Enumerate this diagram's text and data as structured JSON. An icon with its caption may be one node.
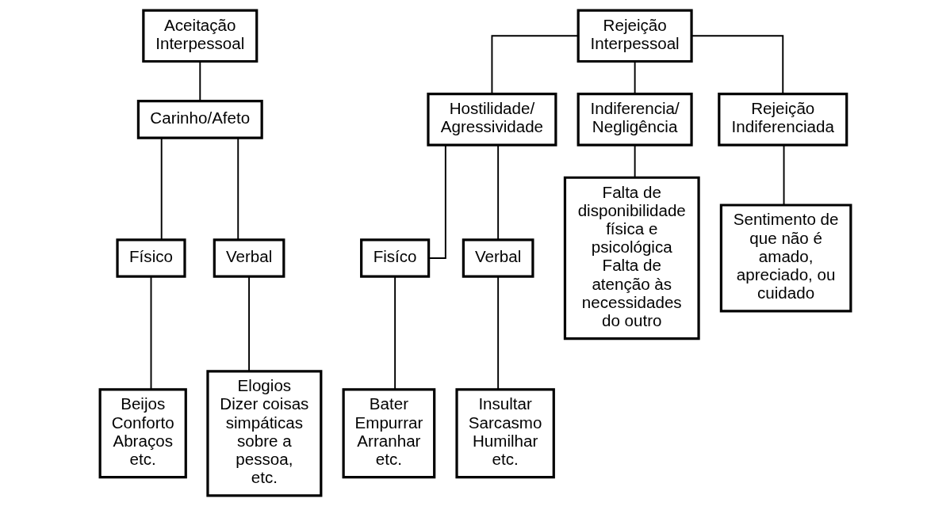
{
  "diagram": {
    "nodes": [
      {
        "text": [
          "Aceitação Interpessoal"
        ]
      },
      {
        "text": [
          "Carinho/Afeto"
        ]
      },
      {
        "text": [
          "Físico"
        ]
      },
      {
        "text": [
          "Verbal"
        ]
      },
      {
        "text": [
          "Beijos",
          "Conforto",
          "Abraços",
          "etc."
        ]
      },
      {
        "text": [
          "Elogios",
          "Dizer coisas simpáticas sobre a pessoa,",
          "etc."
        ]
      },
      {
        "text": [
          "Rejeição Interpessoal"
        ]
      },
      {
        "text": [
          "Hostilidade/ Agressividade"
        ]
      },
      {
        "text": [
          "Indiferencia/ Negligência"
        ]
      },
      {
        "text": [
          "Rejeição Indiferenciada"
        ]
      },
      {
        "text": [
          "Fisíco"
        ]
      },
      {
        "text": [
          "Verbal"
        ]
      },
      {
        "text": [
          "Bater",
          "Empurrar",
          "Arranhar",
          "etc."
        ]
      },
      {
        "text": [
          "Insultar",
          "Sarcasmo",
          "Humilhar",
          "etc."
        ]
      },
      {
        "text": [
          "Falta de disponibilidade física e psicológica",
          "Falta de atenção às necessidades do outro"
        ]
      },
      {
        "text": [
          "Sentimento de que não é amado, apreciado, ou cuidado"
        ]
      }
    ],
    "edges": [
      {
        "from": 0,
        "to": 1,
        "arrow": "none"
      },
      {
        "from": 1,
        "to": 2,
        "arrow": "none"
      },
      {
        "from": 1,
        "to": 3,
        "arrow": "none"
      },
      {
        "from": 2,
        "to": 4,
        "arrow": "none"
      },
      {
        "from": 3,
        "to": 5,
        "arrow": "none"
      },
      {
        "from": 6,
        "to": 7,
        "arrow": "none"
      },
      {
        "from": 6,
        "to": 8,
        "arrow": "none"
      },
      {
        "from": 6,
        "to": 9,
        "arrow": "none"
      },
      {
        "from": 7,
        "to": 10,
        "arrow": "none"
      },
      {
        "from": 7,
        "to": 11,
        "arrow": "none"
      },
      {
        "from": 10,
        "to": 12,
        "arrow": "none"
      },
      {
        "from": 11,
        "to": 13,
        "arrow": "none"
      },
      {
        "from": 8,
        "to": 14,
        "arrow": "none"
      },
      {
        "from": 9,
        "to": 15,
        "arrow": "none"
      }
    ]
  }
}
